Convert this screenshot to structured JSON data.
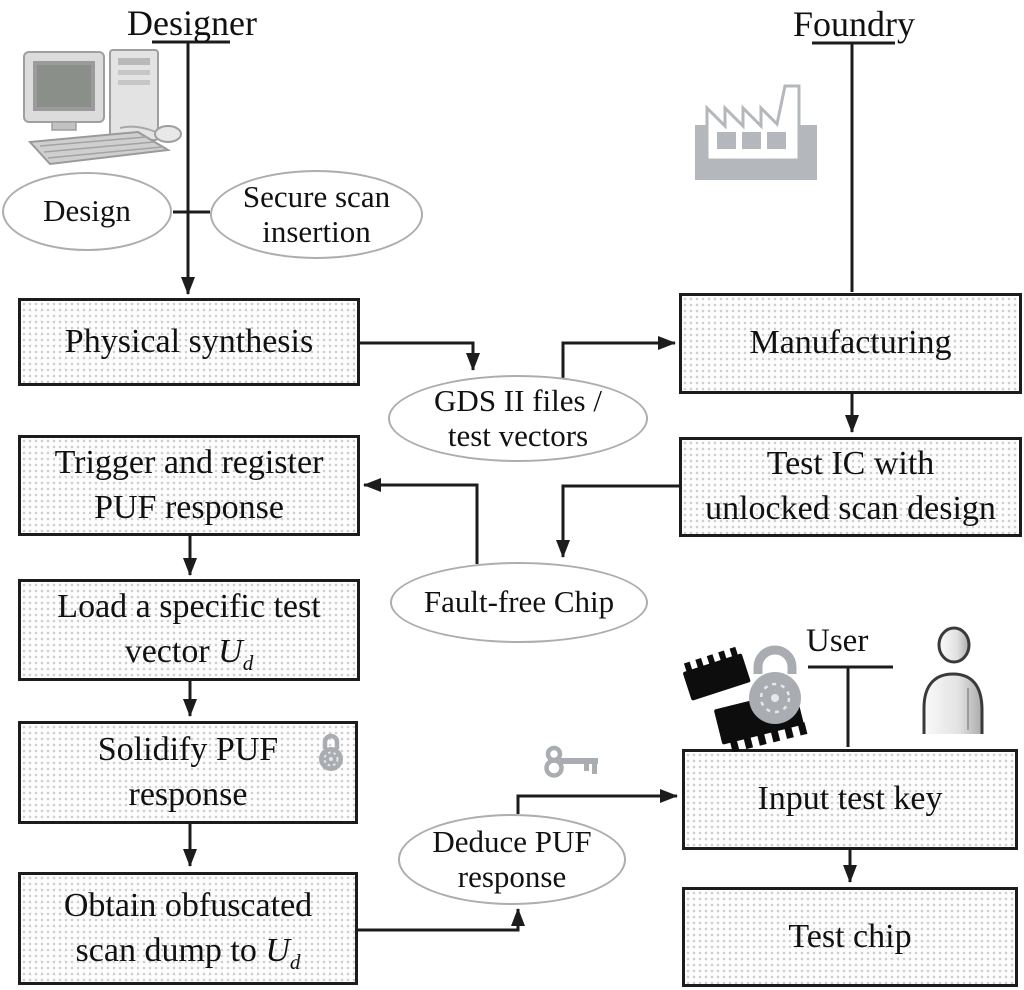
{
  "actors": {
    "designer": {
      "label": "Designer"
    },
    "foundry": {
      "label": "Foundry"
    },
    "user": {
      "label": "User"
    }
  },
  "boxes": {
    "physical_synthesis": {
      "label": "Physical synthesis"
    },
    "manufacturing": {
      "label": "Manufacturing"
    },
    "test_ic": {
      "line1": "Test IC with",
      "line2": "unlocked scan design"
    },
    "trigger_register": {
      "line1": "Trigger and register",
      "line2": "PUF response"
    },
    "load_vector": {
      "line1": "Load a specific test",
      "line2_prefix": "vector ",
      "variable": "U",
      "variable_subscript": "d"
    },
    "solidify": {
      "line1": "Solidify PUF",
      "line2": "response"
    },
    "obtain_dump": {
      "line1": "Obtain obfuscated",
      "line2_prefix": "scan dump to ",
      "variable": "U",
      "variable_subscript": "d"
    },
    "input_test_key": {
      "label": "Input test key"
    },
    "test_chip": {
      "label": "Test chip"
    }
  },
  "ellipses": {
    "design": {
      "label": "Design"
    },
    "secure_scan": {
      "line1": "Secure scan",
      "line2": "insertion"
    },
    "gds_files": {
      "line1": "GDS II files /",
      "line2": "test vectors"
    },
    "fault_free": {
      "label": "Fault-free Chip"
    },
    "deduce_puf": {
      "line1": "Deduce PUF",
      "line2": "response"
    }
  },
  "icons": {
    "designer_workstation": "computer-icon",
    "foundry_factory": "factory-icon",
    "user_person": "person-icon",
    "locked_chip": "chip-lock-icon",
    "test_key": "key-icon",
    "solidify_padlock": "padlock-icon"
  },
  "colors": {
    "line": "#1c1c1c",
    "box_border": "#1c1c1c",
    "box_dot": "#cfcfcf",
    "ellipse_stroke": "#adadad",
    "text": "#111111",
    "icon_gray": "#b4b7bb",
    "lock_gray": "#a9adb2",
    "chip_black": "#0d0d0d"
  }
}
